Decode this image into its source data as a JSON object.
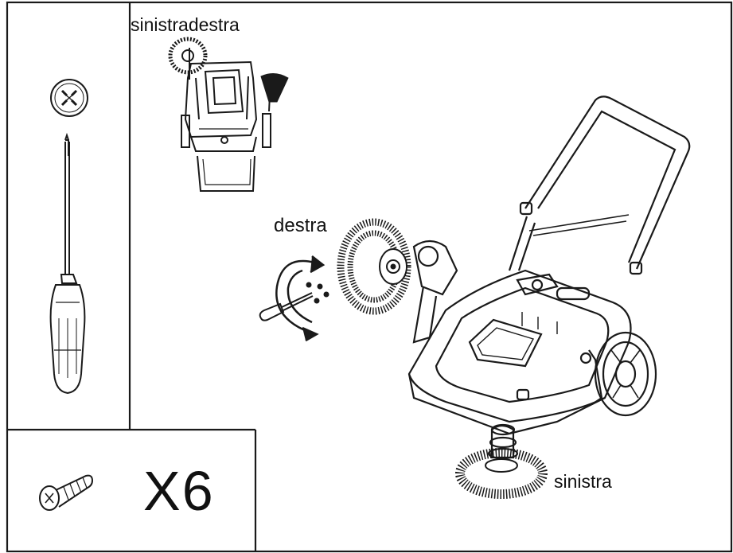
{
  "labels": {
    "top_view": "sinistradestra",
    "side_brush_right": "destra",
    "side_brush_left": "sinistra"
  },
  "parts": {
    "screw_count": "X6"
  },
  "icons": {
    "phillips": "phillips-screw-head-icon",
    "screwdriver": "screwdriver-icon",
    "screw": "screw-icon",
    "rotation": "rotation-arrow-icon",
    "side_brush": "side-brush-icon",
    "sweeper": "floor-sweeper-icon"
  },
  "colors": {
    "line": "#1a1a1a",
    "background": "#ffffff"
  }
}
